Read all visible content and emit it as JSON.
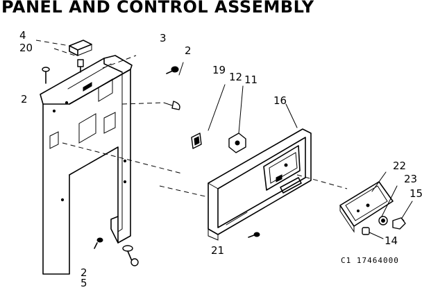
{
  "title": "PANEL AND CONTROL ASSEMBLY",
  "callouts": [
    {
      "id": "c4",
      "text": "4"
    },
    {
      "id": "c20",
      "text": "20"
    },
    {
      "id": "c2a",
      "text": "2"
    },
    {
      "id": "c3",
      "text": "3"
    },
    {
      "id": "c2b",
      "text": "2"
    },
    {
      "id": "c19",
      "text": "19"
    },
    {
      "id": "c12",
      "text": "12"
    },
    {
      "id": "c11",
      "text": "11"
    },
    {
      "id": "c16",
      "text": "16"
    },
    {
      "id": "c22",
      "text": "22"
    },
    {
      "id": "c23",
      "text": "23"
    },
    {
      "id": "c15",
      "text": "15"
    },
    {
      "id": "c14",
      "text": "14"
    },
    {
      "id": "c21",
      "text": "21"
    },
    {
      "id": "c2c",
      "text": "2"
    },
    {
      "id": "c5",
      "text": "5"
    }
  ],
  "catalog_number": "C1 17464000"
}
